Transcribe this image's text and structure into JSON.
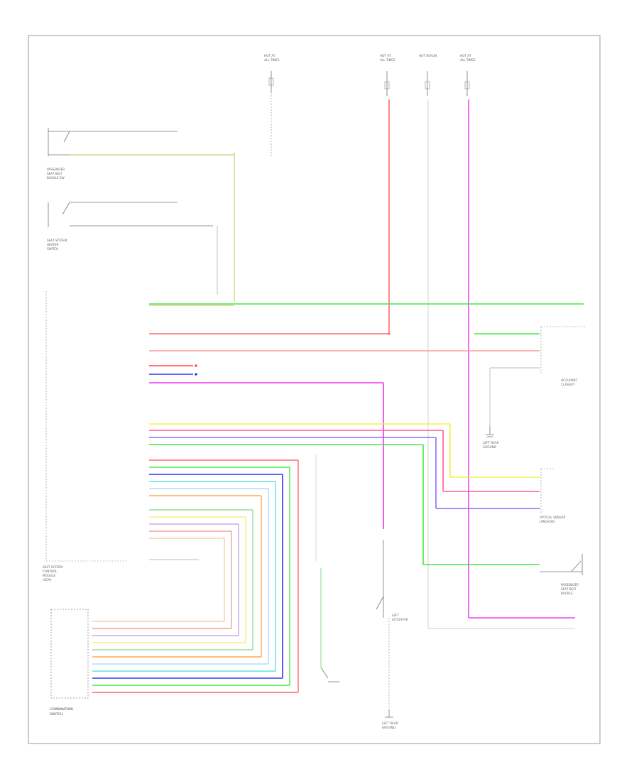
{
  "footer": {
    "code": ""
  },
  "labels": {
    "passenger_switch": [
      "PASSENGER",
      "SEAT BELT",
      "BUCKLE SW"
    ],
    "heater_switch": [
      "SEAT SYSTEM",
      "HEATER",
      "SWITCH"
    ],
    "main_unit": [
      "SEAT SYSTEM",
      "CONTROL",
      "MODULE",
      "(SCM)"
    ],
    "combination_switch": [
      "COMBINATION",
      "SWITCH"
    ],
    "weight_sensor": [
      "OPTICAL SENSOR",
      "(ANCHOR)"
    ],
    "passenger_buckle": [
      "PASSENGER",
      "SEAT BELT",
      "BUCKLE"
    ],
    "driver_buckle": [
      "LEFT",
      "ACTUATOR"
    ],
    "ground": [
      "LEFT REAR",
      "GROUND"
    ],
    "occupant": [
      "OCCUPANT",
      "CLASSIFY"
    ],
    "fuse_top": [
      "HOT AT",
      "ALL TIMES"
    ],
    "fuse_ign": [
      "HOT IN RUN"
    ]
  },
  "colors": {
    "green": "#33e633",
    "red": "#ff5a5a",
    "pink": "#f5a0a0",
    "magenta": "#ee33ee",
    "blue": "#3333ee",
    "yellow": "#f0f04a",
    "orange": "#ffaa55",
    "cyan": "#66dddd",
    "ltblue": "#aaddff",
    "violet": "#8a6aff",
    "tan": "#d8d090",
    "ltgreen": "#99dd99",
    "lavender": "#c8a8e8",
    "peach": "#f8d0a0",
    "salmon": "#f0b080"
  }
}
